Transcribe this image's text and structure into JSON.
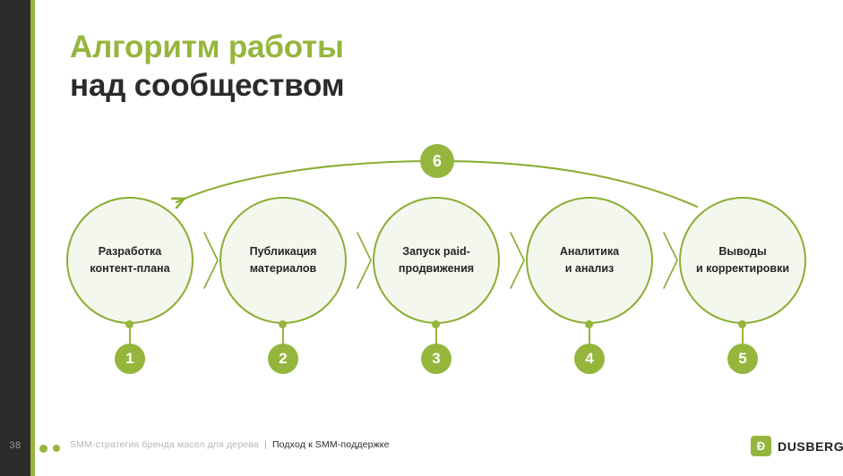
{
  "slide": {
    "page_number": "38",
    "background_color": "#ffffff",
    "accent_color": "#95b63c",
    "dark_color": "#2b2b2b",
    "node_fill_color": "#f4f7ee",
    "node_border_color": "#8aae33"
  },
  "title": {
    "line1": "Алгоритм работы",
    "line2": "над сообществом"
  },
  "diagram": {
    "steps": [
      {
        "number": "1",
        "label": "Разработка\nконтент-плана"
      },
      {
        "number": "2",
        "label": "Публикация\nматериалов"
      },
      {
        "number": "3",
        "label": "Запуск paid-\nпродвижения"
      },
      {
        "number": "4",
        "label": "Аналитика\nи анализ"
      },
      {
        "number": "5",
        "label": "Выводы\nи корректировки"
      }
    ],
    "loop_badge": {
      "number": "6"
    },
    "separator_icon": "chevron-right-icon",
    "loop_arrow_icon": "curved-feedback-arrow-icon"
  },
  "footer": {
    "left_text": "SMM-стратегия бренда масел для дерева",
    "separator": "|",
    "right_text": "Подход к SMM-поддержке"
  },
  "logo": {
    "glyph": "Ð",
    "name": "DUSBERG",
    "flag_icon": "german-flag-icon"
  }
}
